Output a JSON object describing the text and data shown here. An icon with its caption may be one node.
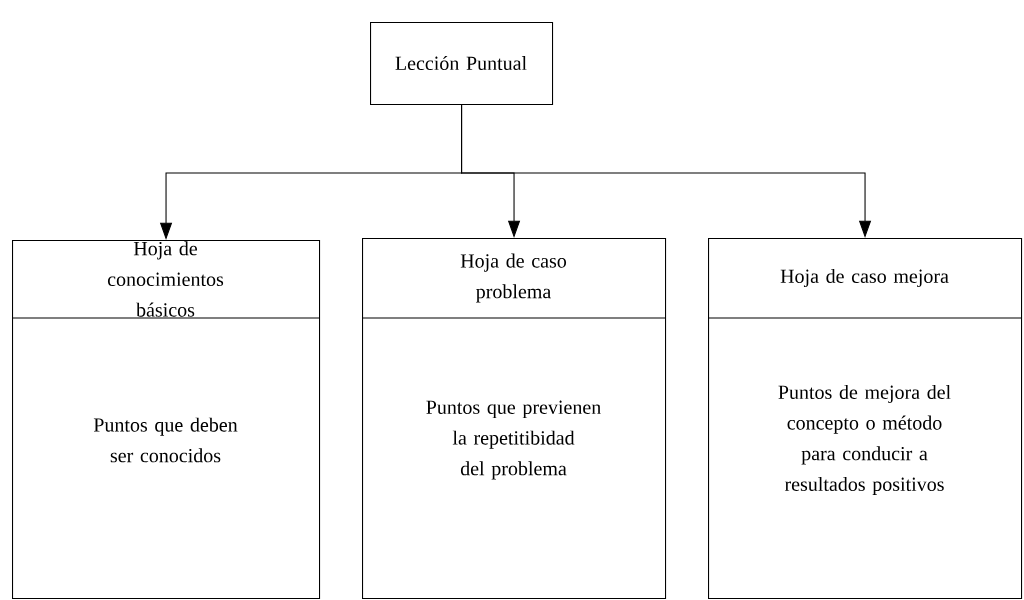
{
  "diagram": {
    "nodes": [
      {
        "text": [
          "Lección Puntual"
        ]
      },
      {
        "text": [
          "Hoja de conocimientos básicos",
          "Puntos que deben ser conocidos"
        ]
      },
      {
        "text": [
          "Hoja de caso problema",
          "Puntos que previenen la repetitibidad del problema"
        ]
      },
      {
        "text": [
          "Hoja de caso mejora",
          "Puntos de mejora del concepto o método para conducir a resultados positivos"
        ]
      }
    ],
    "edges": [
      {
        "from": 0,
        "to": 1,
        "arrow": "to"
      },
      {
        "from": 0,
        "to": 2,
        "arrow": "to"
      },
      {
        "from": 0,
        "to": 3,
        "arrow": "to"
      }
    ]
  }
}
